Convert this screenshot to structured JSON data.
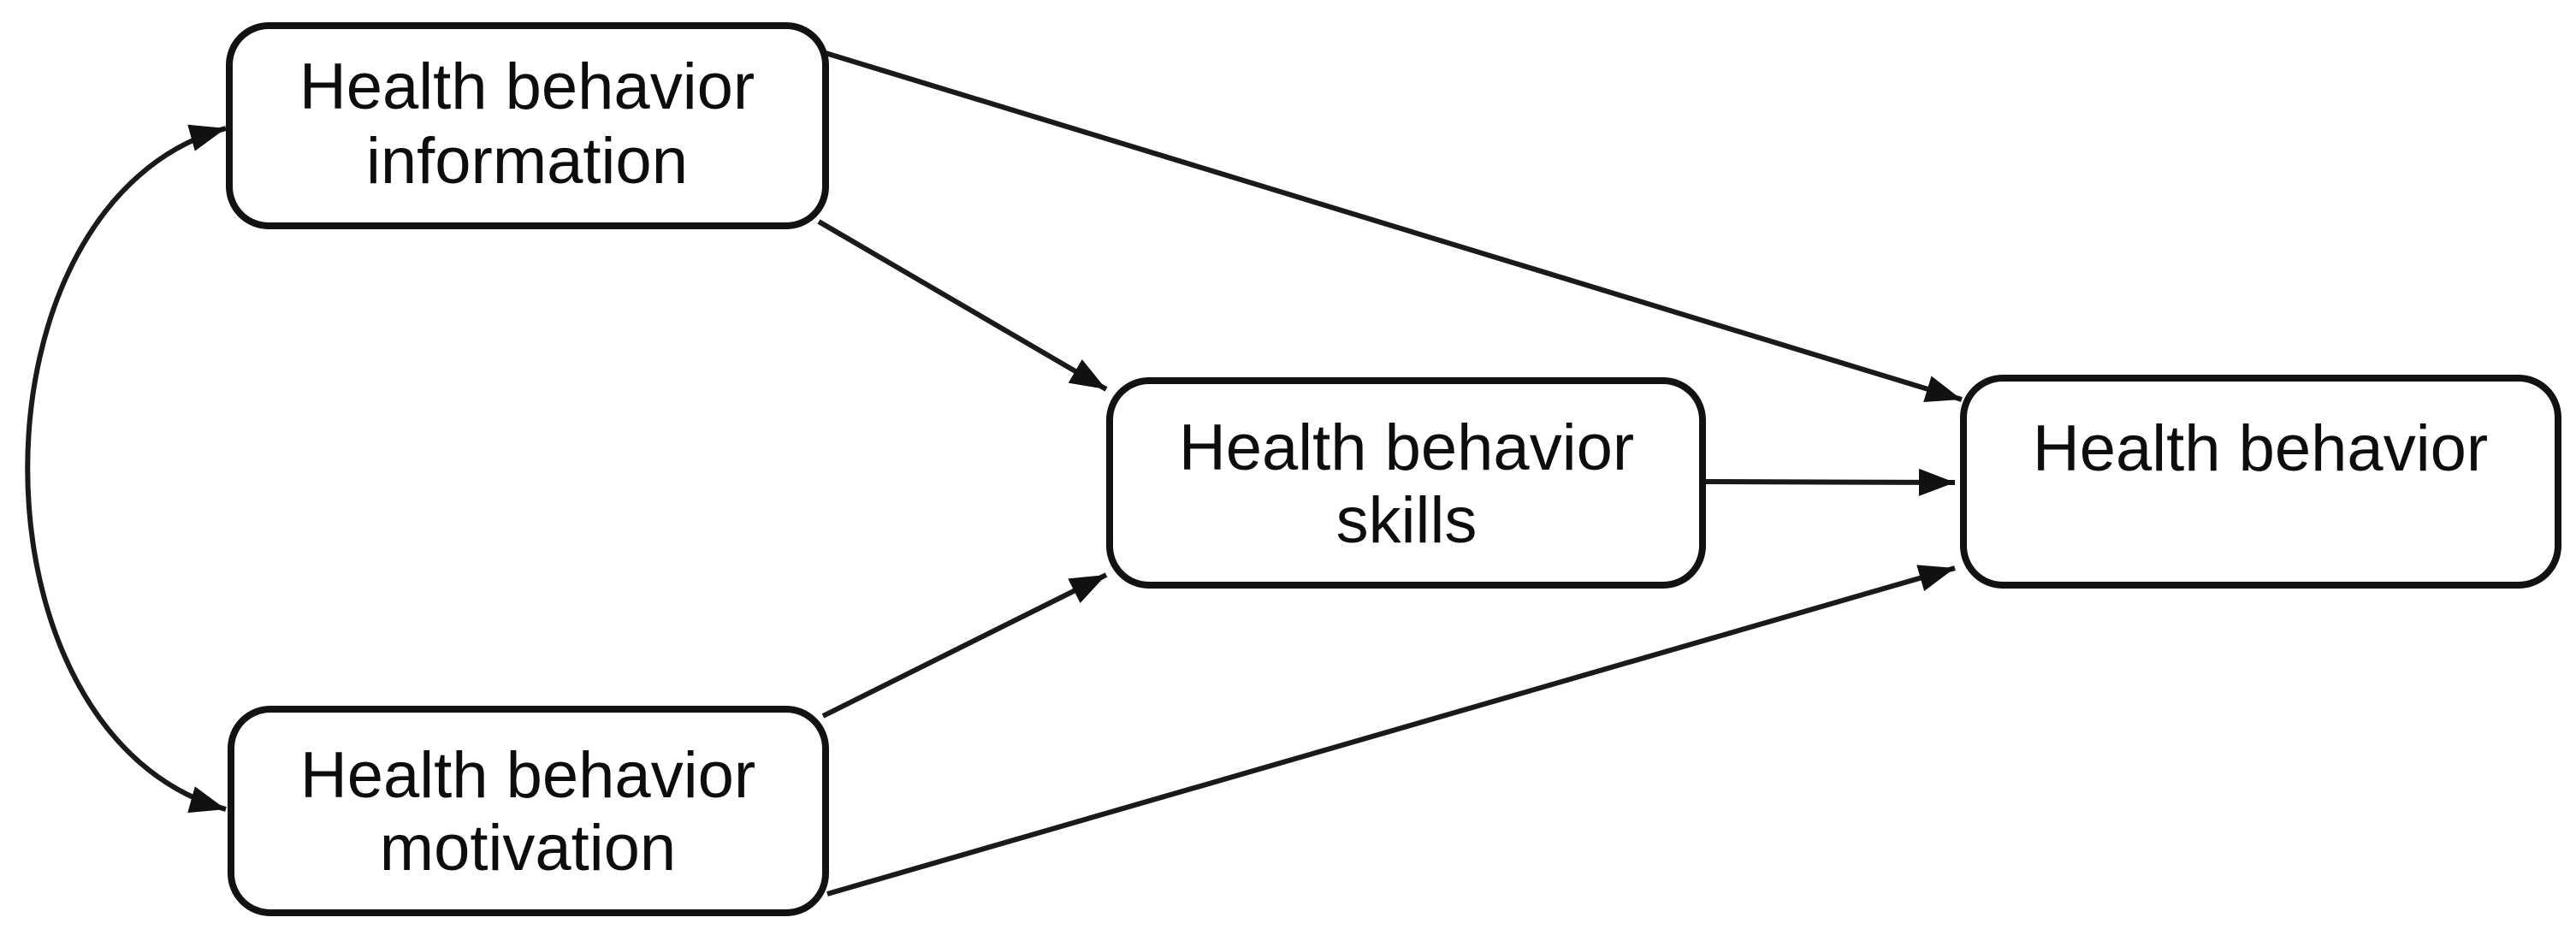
{
  "diagram": {
    "model_name": "health-behavior-model",
    "nodes": [
      {
        "id": "information",
        "line1": "Health behavior",
        "line2": "information"
      },
      {
        "id": "motivation",
        "line1": "Health behavior",
        "line2": "motivation"
      },
      {
        "id": "skills",
        "line1": "Health behavior",
        "line2": "skills"
      },
      {
        "id": "behavior",
        "line1": "Health behavior",
        "line2": ""
      }
    ],
    "edges": [
      {
        "from": "information",
        "to": "motivation",
        "bidirectional": true,
        "shape": "curved"
      },
      {
        "from": "information",
        "to": "behavior",
        "bidirectional": false,
        "shape": "straight"
      },
      {
        "from": "information",
        "to": "skills",
        "bidirectional": false,
        "shape": "straight"
      },
      {
        "from": "motivation",
        "to": "skills",
        "bidirectional": false,
        "shape": "straight"
      },
      {
        "from": "motivation",
        "to": "behavior",
        "bidirectional": false,
        "shape": "straight"
      },
      {
        "from": "skills",
        "to": "behavior",
        "bidirectional": false,
        "shape": "straight"
      }
    ],
    "colors": {
      "ink": "#111111",
      "node_fill": "#ffffff",
      "background": "#ffffff"
    }
  }
}
